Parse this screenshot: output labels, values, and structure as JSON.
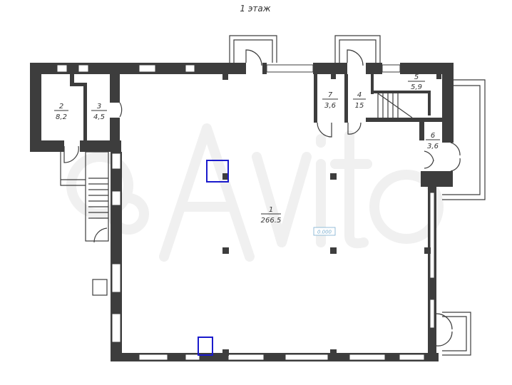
{
  "title": "1 этаж",
  "rooms": [
    {
      "number": "1",
      "area": "266.5"
    },
    {
      "number": "2",
      "area": "8,2"
    },
    {
      "number": "3",
      "area": "4,5"
    },
    {
      "number": "4",
      "area": "15"
    },
    {
      "number": "5",
      "area": "5,9"
    },
    {
      "number": "6",
      "area": "3,6"
    },
    {
      "number": "7",
      "area": "3,6"
    }
  ],
  "level_mark": "0.000",
  "watermark": "Avito",
  "colors": {
    "wall": "#3d3d3d",
    "highlight": "#1a1acc",
    "level_mark": "#7aaed0"
  }
}
